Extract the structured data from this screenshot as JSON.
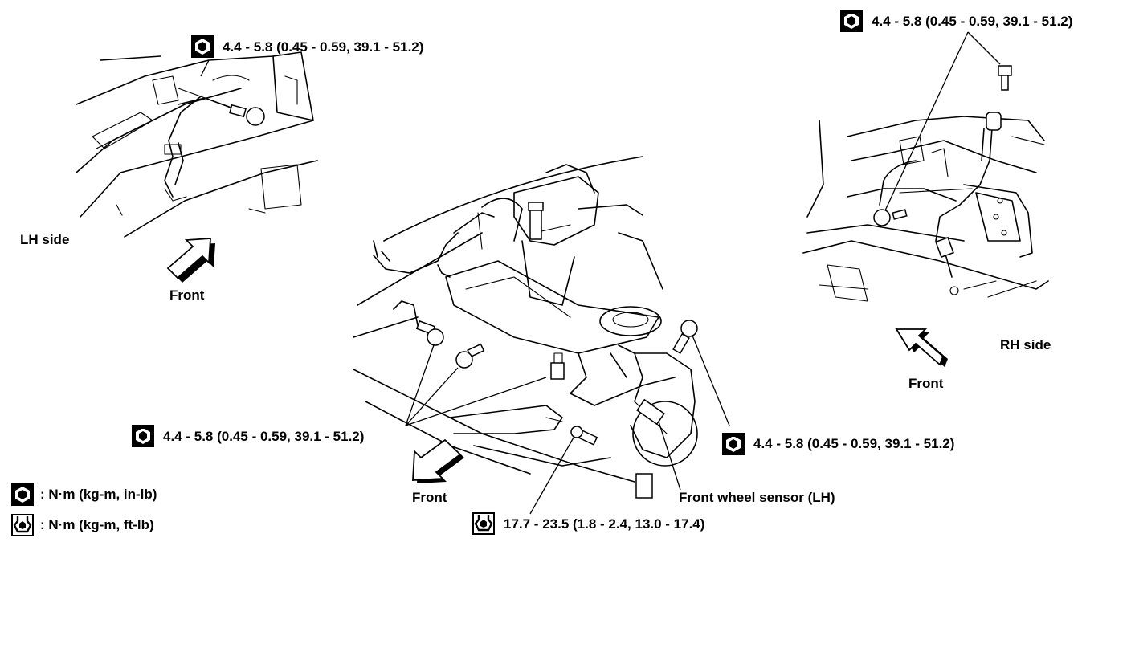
{
  "labels": {
    "lh_side": "LH side",
    "rh_side": "RH side",
    "front_lh": "Front",
    "front_center": "Front",
    "front_rh": "Front",
    "sensor": "Front wheel sensor (LH)"
  },
  "torques": {
    "lh_top": "4.4 - 5.8 (0.45 - 0.59, 39.1 - 51.2)",
    "rh_top": "4.4 - 5.8 (0.45 - 0.59, 39.1 - 51.2)",
    "center_left": "4.4 - 5.8 (0.45 - 0.59, 39.1 - 51.2)",
    "center_right": "4.4 - 5.8 (0.45 - 0.59, 39.1 - 51.2)",
    "center_bottom": "17.7 - 23.5 (1.8 - 2.4, 13.0 - 17.4)"
  },
  "legend": {
    "filled_wrench": ": N·m (kg-m, in-lb)",
    "open_wrench": ": N·m (kg-m, ft-lb)"
  },
  "icons": {
    "filled": "torque-wrench-inlb-icon",
    "open": "torque-wrench-ftlb-icon"
  }
}
